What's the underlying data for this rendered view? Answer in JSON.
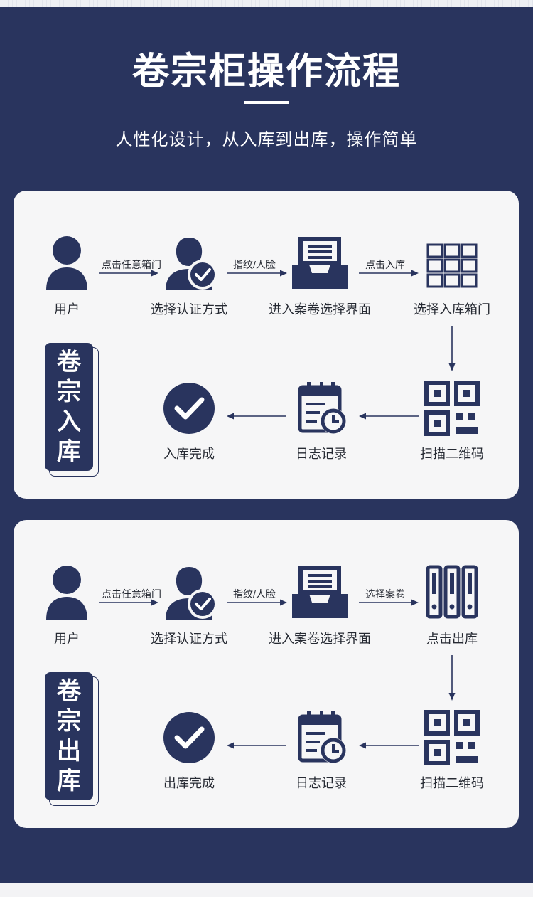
{
  "header": {
    "title": "卷宗柜操作流程",
    "subtitle": "人性化设计，从入库到出库，操作简单"
  },
  "colors": {
    "navy": "#29345e",
    "card": "#f6f6f7",
    "text": "#262a33",
    "white": "#ffffff"
  },
  "storage_in": {
    "tab": [
      "卷",
      "宗",
      "入",
      "库"
    ],
    "steps": {
      "user": "用户",
      "auth": "选择认证方式",
      "interface": "进入案卷选择界面",
      "select_door": "选择入库箱门",
      "scan": "扫描二维码",
      "log": "日志记录",
      "done": "入库完成"
    },
    "arrows": {
      "a1": "点击任意箱门",
      "a2": "指纹/人脸",
      "a3": "点击入库"
    }
  },
  "storage_out": {
    "tab": [
      "卷",
      "宗",
      "出",
      "库"
    ],
    "steps": {
      "user": "用户",
      "auth": "选择认证方式",
      "interface": "进入案卷选择界面",
      "click_out": "点击出库",
      "scan": "扫描二维码",
      "log": "日志记录",
      "done": "出库完成"
    },
    "arrows": {
      "a1": "点击任意箱门",
      "a2": "指纹/人脸",
      "a3": "选择案卷"
    }
  },
  "icons": {
    "user": "user-icon",
    "auth": "user-check-icon",
    "inbox": "inbox-tray-icon",
    "grid": "locker-grid-icon",
    "binders": "binders-icon",
    "qr": "qr-code-icon",
    "log": "calendar-clock-icon",
    "done": "check-circle-icon"
  }
}
